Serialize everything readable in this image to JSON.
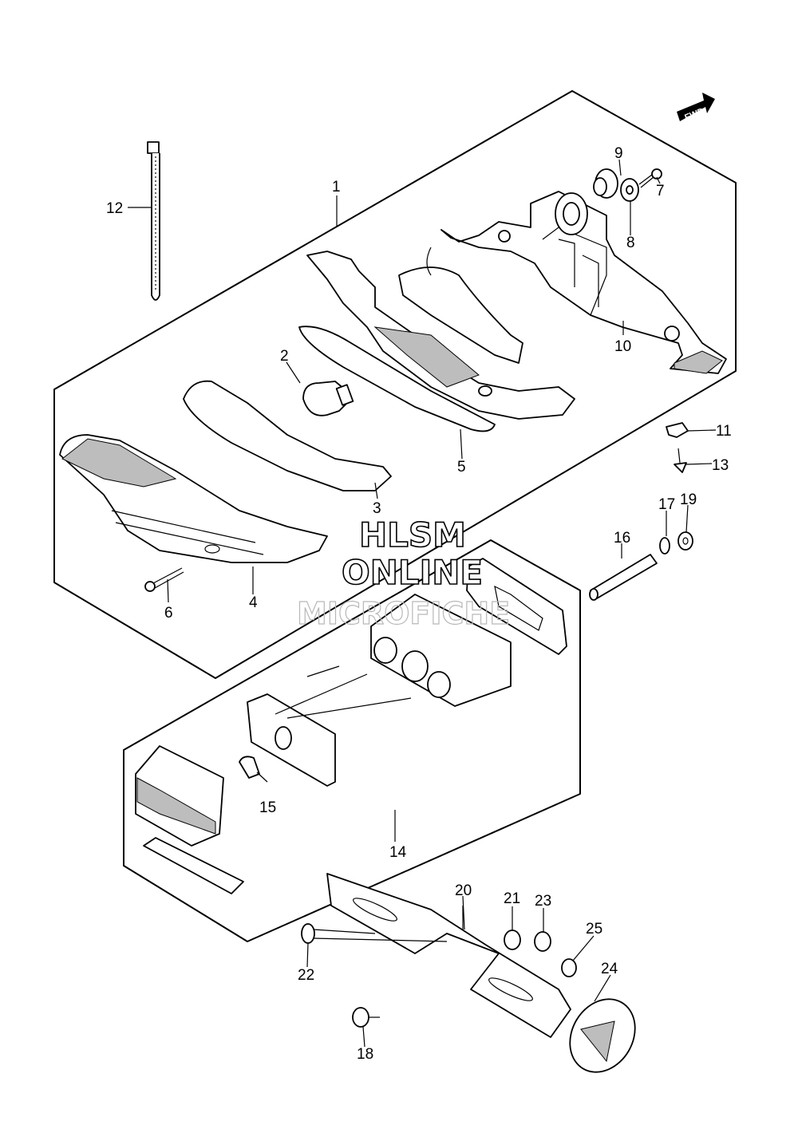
{
  "fwd_badge": "FWD",
  "watermark": {
    "line1": "HLSM",
    "line2": "ONLINE",
    "line3": "MICROFICHE"
  },
  "callouts": {
    "c1": "1",
    "c2": "2",
    "c3": "3",
    "c4": "4",
    "c5": "5",
    "c6": "6",
    "c7": "7",
    "c8": "8",
    "c9": "9",
    "c10": "10",
    "c11": "11",
    "c12": "12",
    "c13": "13",
    "c14": "14",
    "c15": "15",
    "c16": "16",
    "c17": "17",
    "c18": "18",
    "c19": "19",
    "c20": "20",
    "c21": "21",
    "c22": "22",
    "c23": "23",
    "c24": "24",
    "c25": "25"
  },
  "colors": {
    "line": "#000000",
    "background": "#ffffff",
    "watermark_faint": "#b8b8b8"
  }
}
